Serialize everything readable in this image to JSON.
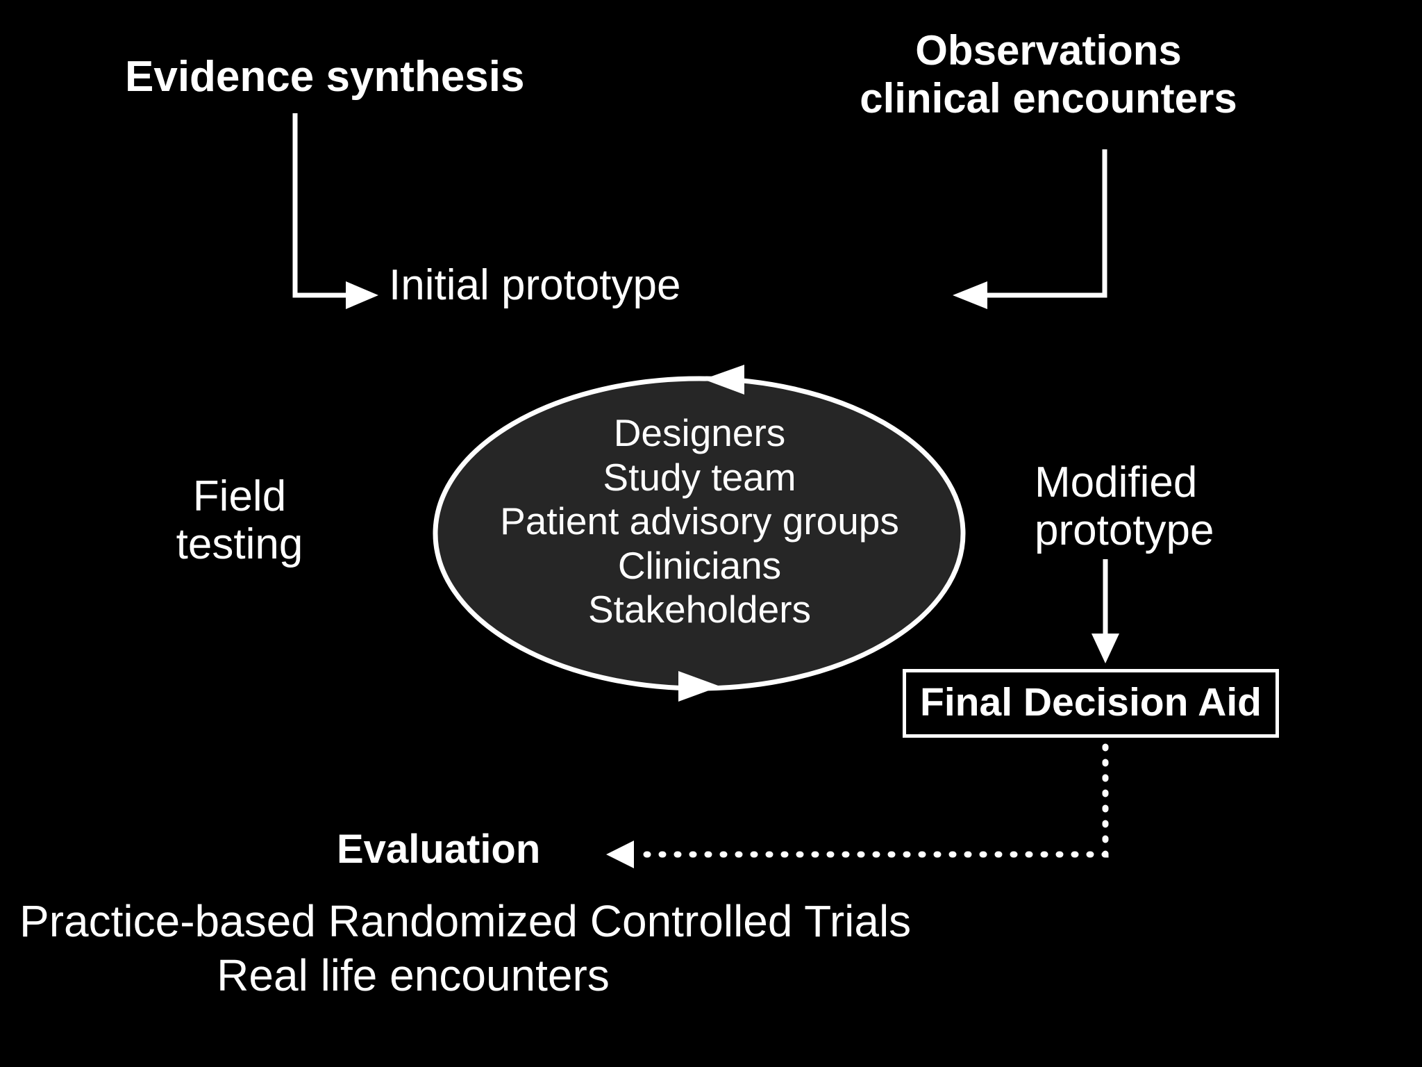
{
  "canvas": {
    "background": "#000000",
    "stroke": "#ffffff",
    "ellipse_fill": "#262626"
  },
  "nodes": {
    "evidence_synthesis": "Evidence synthesis",
    "observations": "Observations\nclinical encounters",
    "initial_prototype": "Initial prototype",
    "field_testing": "Field\ntesting",
    "modified_prototype": "Modified\nprototype",
    "final_decision_aid": "Final Decision Aid",
    "evaluation": "Evaluation"
  },
  "ellipse": {
    "members": [
      "Designers",
      "Study team",
      "Patient advisory groups",
      "Clinicians",
      "Stakeholders"
    ]
  },
  "footer": {
    "line1": "Practice-based Randomized Controlled Trials",
    "line2": "Real life encounters"
  },
  "connectors": [
    {
      "name": "evidence-to-initial-prototype",
      "style": "solid",
      "shape": "elbow-down-right",
      "arrowhead": "right"
    },
    {
      "name": "observations-to-initial-prototype",
      "style": "solid",
      "shape": "elbow-down-left",
      "arrowhead": "left"
    },
    {
      "name": "cycle-top-arrow",
      "style": "ellipse-arc",
      "arrowhead": "left"
    },
    {
      "name": "cycle-bottom-arrow",
      "style": "ellipse-arc",
      "arrowhead": "right"
    },
    {
      "name": "modified-prototype-to-final-decision-aid",
      "style": "solid",
      "shape": "vertical-down",
      "arrowhead": "down"
    },
    {
      "name": "final-decision-aid-to-evaluation",
      "style": "dotted",
      "shape": "elbow-down-left",
      "arrowhead": "left"
    }
  ]
}
